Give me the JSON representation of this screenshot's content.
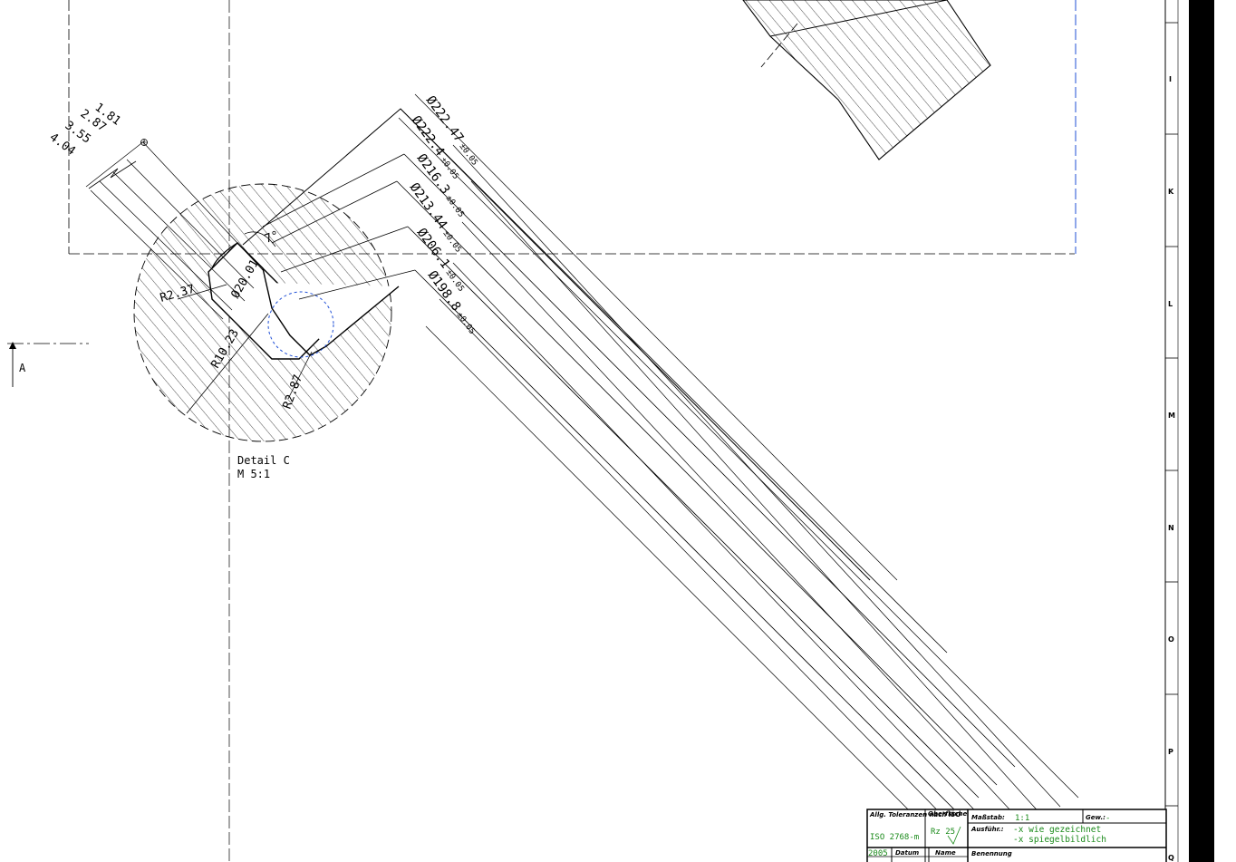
{
  "detail": {
    "title": "Detail C",
    "scale": "M  5:1"
  },
  "section_marker": "A",
  "diameters": [
    {
      "value": "Ø222.47",
      "tol": "±0.05"
    },
    {
      "value": "Ø222.4",
      "tol": "±0.05"
    },
    {
      "value": "Ø216.3",
      "tol": "±0.05"
    },
    {
      "value": "Ø213.44",
      "tol": "±0.05"
    },
    {
      "value": "Ø206.1",
      "tol": "±0.05"
    },
    {
      "value": "Ø198.8",
      "tol": "±0.05"
    }
  ],
  "offsets": [
    "1.81",
    "2.87",
    "3.55",
    "4.04"
  ],
  "angle": "7°",
  "small_dim": "Ø20.01",
  "radii": [
    "R2.37",
    "R10.23",
    "R2.87"
  ],
  "ruler_letters": [
    "I",
    "K",
    "L",
    "M",
    "N",
    "O",
    "P",
    "Q"
  ],
  "title_block": {
    "tolerance_header": "Allg. Toleranzen nach ISO",
    "material_header": "Oberfläche",
    "tolerance_value": "ISO 2768-m",
    "surface_value": "Rz 25",
    "scale_label": "Maßstab:",
    "scale_value": "1:1",
    "weight_label": "Gew.:",
    "weight_value": "-",
    "variant_label": "Ausführ.:",
    "variant_1": "-x wie gezeichnet",
    "variant_2": "-x spiegelbildlich",
    "year": "2005",
    "date_label": "Datum",
    "name_label": "Name",
    "designation_label": "Benennung"
  },
  "colors": {
    "line": "#000000",
    "hidden_blue": "#1f4fd6",
    "title_green": "#1a8a1a",
    "margin_bar": "#000000"
  }
}
